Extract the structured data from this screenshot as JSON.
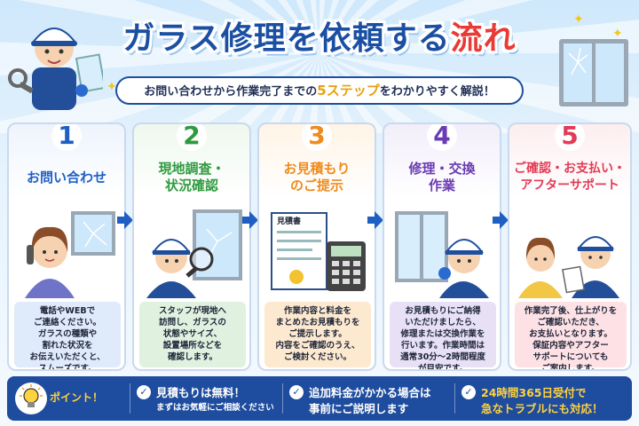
{
  "header": {
    "title_main": "ガラス修理を依頼する",
    "title_accent": "流れ",
    "subtitle_pre": "お問い合わせから作業完了までの",
    "subtitle_hl": "5ステップ",
    "subtitle_post": "をわかりやすく解説！"
  },
  "steps": [
    {
      "num": "1",
      "title": "お問い合わせ",
      "body": "電話やWEBで\nご連絡ください。\nガラスの種類や\n割れた状況を\nお伝えいただくと、\nスムーズです。"
    },
    {
      "num": "2",
      "title": "現地調査・\n状況確認",
      "body": "スタッフが現地へ\n訪問し、ガラスの\n状態やサイズ、\n設置場所などを\n確認します。"
    },
    {
      "num": "3",
      "title": "お見積もり\nのご提示",
      "body": "作業内容と料金を\nまとめたお見積もりを\nご提示します。\n内容をご確認のうえ、\nご検討ください。",
      "doc_label": "見積書"
    },
    {
      "num": "4",
      "title": "修理・交換\n作業",
      "body": "お見積もりにご納得\nいただけましたら、\n修理または交換作業を\n行います。作業時間は\n通常30分〜2時間程度\nが目安です。"
    },
    {
      "num": "5",
      "title": "ご確認・お支払い・\nアフターサポート",
      "body": "作業完了後、仕上がりを\nご確認いただき、\nお支払いとなります。\n保証内容やアフター\nサポートについても\nご案内します。"
    }
  ],
  "points": {
    "label": "ポイント！",
    "items": [
      {
        "line1": "見積もりは無料！",
        "line2": "まずはお気軽にご相談ください"
      },
      {
        "line1": "追加料金がかかる場合は",
        "line2": "事前にご説明します"
      },
      {
        "line1": "24時間365日受付で",
        "line2": "急なトラブルにも対応！"
      }
    ]
  },
  "colors": {
    "brand_blue": "#1f5fc3",
    "step1": "#1f5fc3",
    "step2": "#2e9a3e",
    "step3": "#ef8b1d",
    "step4": "#6a3bb3",
    "step5": "#e23b55",
    "title_accent": "#e83a36",
    "point_yellow": "#ffd23f"
  },
  "icons": [
    "worker-illustration",
    "window-broken-icon",
    "phone-icon",
    "magnifier-icon",
    "estimate-document-icon",
    "calculator-icon",
    "check-icon",
    "lightbulb-icon"
  ]
}
